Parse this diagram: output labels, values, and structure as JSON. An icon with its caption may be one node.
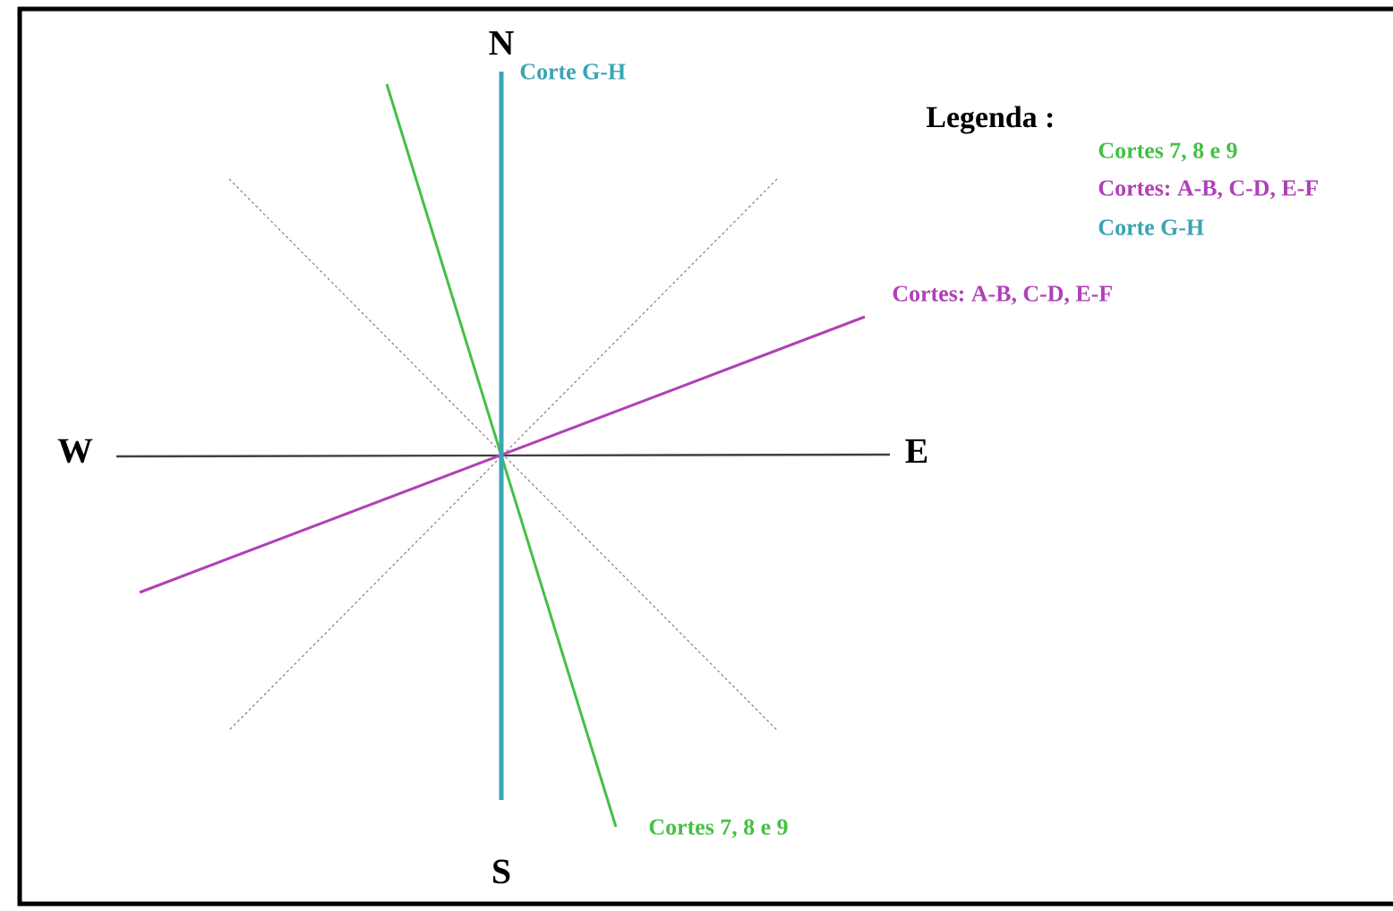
{
  "diagram": {
    "labels": [
      "N",
      "Corte G-H",
      "Legenda :",
      "Cortes: A-B, C-D, E-F",
      "W",
      "E",
      "Cortes 7, 8 e 9",
      "S"
    ],
    "legend": [
      {
        "text": "Cortes 7, 8 e 9",
        "color": "#44c044"
      },
      {
        "text": "Cortes: A-B, C-D, E-F",
        "color": "#b040b8"
      },
      {
        "text": "Corte G-H",
        "color": "#3aa4b4"
      }
    ]
  }
}
